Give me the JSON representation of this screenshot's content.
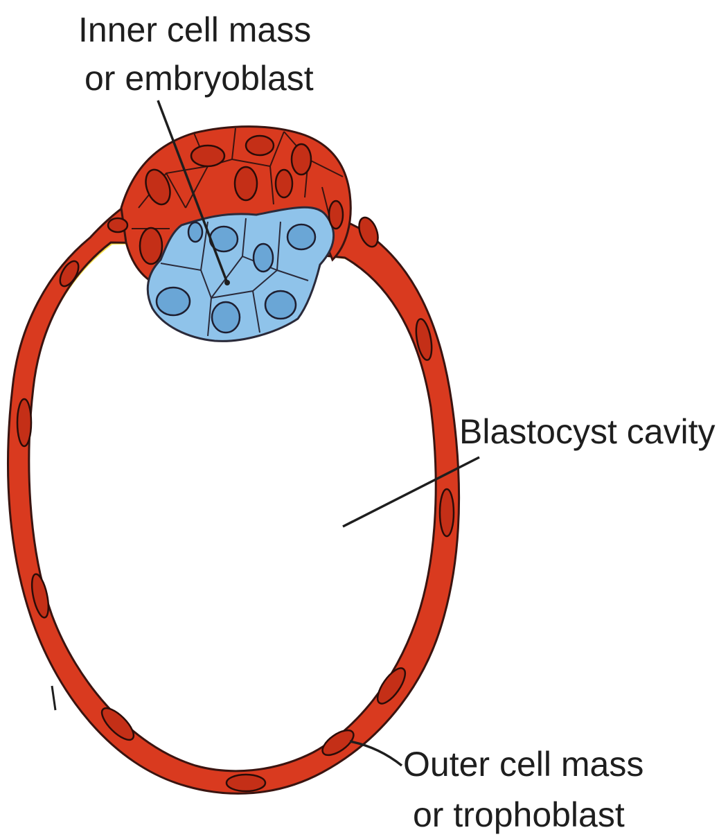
{
  "labels": {
    "inner_line1": "Inner cell mass",
    "inner_line2": "or embryoblast",
    "cavity": "Blastocyst cavity",
    "outer_line1": "Outer cell mass",
    "outer_line2": "or trophoblast"
  },
  "colors": {
    "trophoblast": "#d93a1f",
    "inner_cell_mass": "#8fc3ea",
    "outline": "#3a1410",
    "yellow_rim": "#f6e04a",
    "cavity": "#ffffff",
    "text": "#1e1e1e"
  }
}
